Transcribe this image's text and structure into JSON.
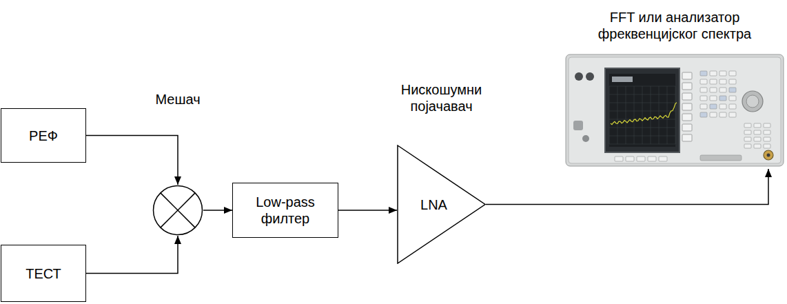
{
  "diagram": {
    "nodes": [
      {
        "text": [
          "РЕФ"
        ]
      },
      {
        "text": [
          "ТЕСТ"
        ]
      },
      {
        "text": [
          "Мешач"
        ]
      },
      {
        "text": [
          "Low-pass филтер"
        ]
      },
      {
        "text": [
          "Нискошумни појачавач",
          "LNA"
        ]
      },
      {
        "text": [
          "FFT или анализатор фреквенцијског спектра"
        ]
      }
    ],
    "edges": [
      {
        "from": 0,
        "to": 2,
        "arrow": "to"
      },
      {
        "from": 1,
        "to": 2,
        "arrow": "to"
      },
      {
        "from": 2,
        "to": 3,
        "arrow": "to"
      },
      {
        "from": 3,
        "to": 4,
        "arrow": "to"
      },
      {
        "from": 4,
        "to": 5,
        "arrow": "to"
      }
    ]
  }
}
